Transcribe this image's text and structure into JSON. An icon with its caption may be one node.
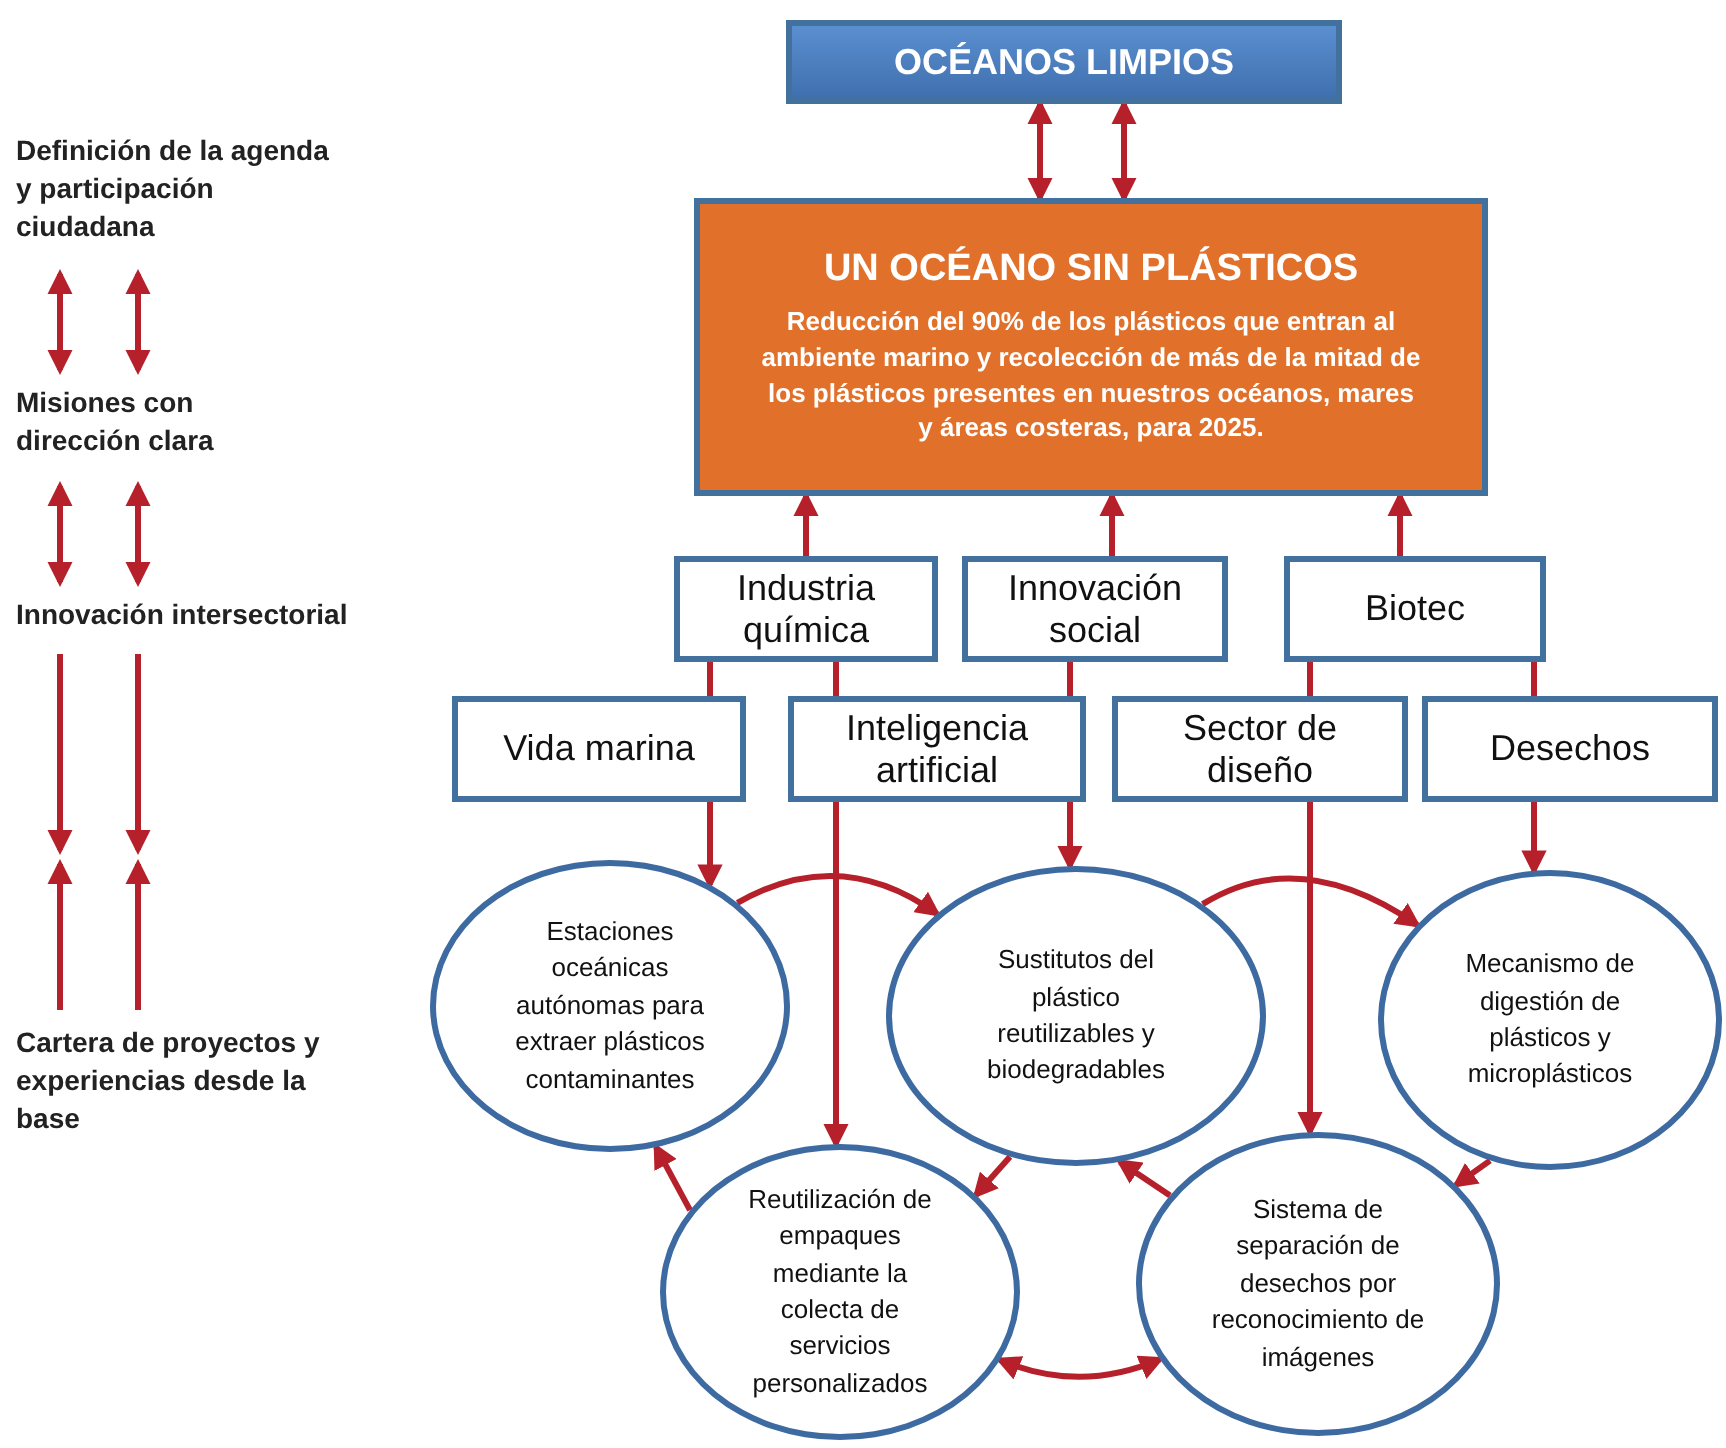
{
  "diagram": {
    "nodes": [
      {
        "text": [
          "Definición de la agenda y participación ciudadana"
        ]
      },
      {
        "text": [
          "Misiones con dirección clara"
        ]
      },
      {
        "text": [
          "Innovación intersectorial"
        ]
      },
      {
        "text": [
          "Cartera de proyectos y experiencias desde la base"
        ]
      },
      {
        "text": [
          "OCÉANOS LIMPIOS"
        ]
      },
      {
        "text": [
          "UN OCÉANO SIN PLÁSTICOS",
          "Reducción del 90% de los plásticos que entran al ambiente marino y recolección de más de la mitad de los plásticos presentes en nuestros océanos, mares y áreas costeras, para 2025."
        ]
      },
      {
        "text": [
          "Industria química"
        ]
      },
      {
        "text": [
          "Innovación social"
        ]
      },
      {
        "text": [
          "Biotec"
        ]
      },
      {
        "text": [
          "Vida marina"
        ]
      },
      {
        "text": [
          "Inteligencia artificial"
        ]
      },
      {
        "text": [
          "Sector de diseño"
        ]
      },
      {
        "text": [
          "Desechos"
        ]
      },
      {
        "text": [
          "Estaciones oceánicas autónomas para extraer plásticos contaminantes"
        ]
      },
      {
        "text": [
          "Sustitutos del plástico reutilizables y biodegradables"
        ]
      },
      {
        "text": [
          "Mecanismo de digestión de plásticos y microplásticos"
        ]
      },
      {
        "text": [
          "Reutilización de empaques mediante la colecta de servicios personalizados"
        ]
      },
      {
        "text": [
          "Sistema de separación de desechos por reconocimiento de imágenes"
        ]
      }
    ],
    "edges": [
      {
        "from": 0,
        "to": 1,
        "arrow": "both"
      },
      {
        "from": 0,
        "to": 1,
        "arrow": "both"
      },
      {
        "from": 1,
        "to": 2,
        "arrow": "both"
      },
      {
        "from": 1,
        "to": 2,
        "arrow": "both"
      },
      {
        "from": 2,
        "to": null,
        "arrow": "to"
      },
      {
        "from": 2,
        "to": null,
        "arrow": "to"
      },
      {
        "from": 3,
        "to": null,
        "arrow": "to"
      },
      {
        "from": 3,
        "to": null,
        "arrow": "to"
      },
      {
        "from": 4,
        "to": 5,
        "arrow": "both"
      },
      {
        "from": 4,
        "to": 5,
        "arrow": "both"
      },
      {
        "from": 6,
        "to": 5,
        "arrow": "to"
      },
      {
        "from": 7,
        "to": 5,
        "arrow": "to"
      },
      {
        "from": 8,
        "to": 5,
        "arrow": "to"
      },
      {
        "from": 6,
        "to": 9,
        "arrow": "none"
      },
      {
        "from": 6,
        "to": 10,
        "arrow": "none"
      },
      {
        "from": 7,
        "to": 10,
        "arrow": "none"
      },
      {
        "from": 8,
        "to": 11,
        "arrow": "none"
      },
      {
        "from": 8,
        "to": 12,
        "arrow": "none"
      },
      {
        "from": 9,
        "to": 13,
        "arrow": "to"
      },
      {
        "from": 10,
        "to": 14,
        "arrow": "to"
      },
      {
        "from": 12,
        "to": 15,
        "arrow": "to"
      },
      {
        "from": 13,
        "to": 14,
        "arrow": "to"
      },
      {
        "from": 14,
        "to": 15,
        "arrow": "to"
      },
      {
        "from": 15,
        "to": 17,
        "arrow": "to"
      },
      {
        "from": 17,
        "to": 14,
        "arrow": "to"
      },
      {
        "from": 14,
        "to": 16,
        "arrow": "to"
      },
      {
        "from": 16,
        "to": 13,
        "arrow": "to"
      },
      {
        "from": 16,
        "to": 17,
        "arrow": "both"
      },
      {
        "from": 10,
        "to": 16,
        "arrow": "to"
      },
      {
        "from": 11,
        "to": 17,
        "arrow": "to"
      }
    ]
  }
}
